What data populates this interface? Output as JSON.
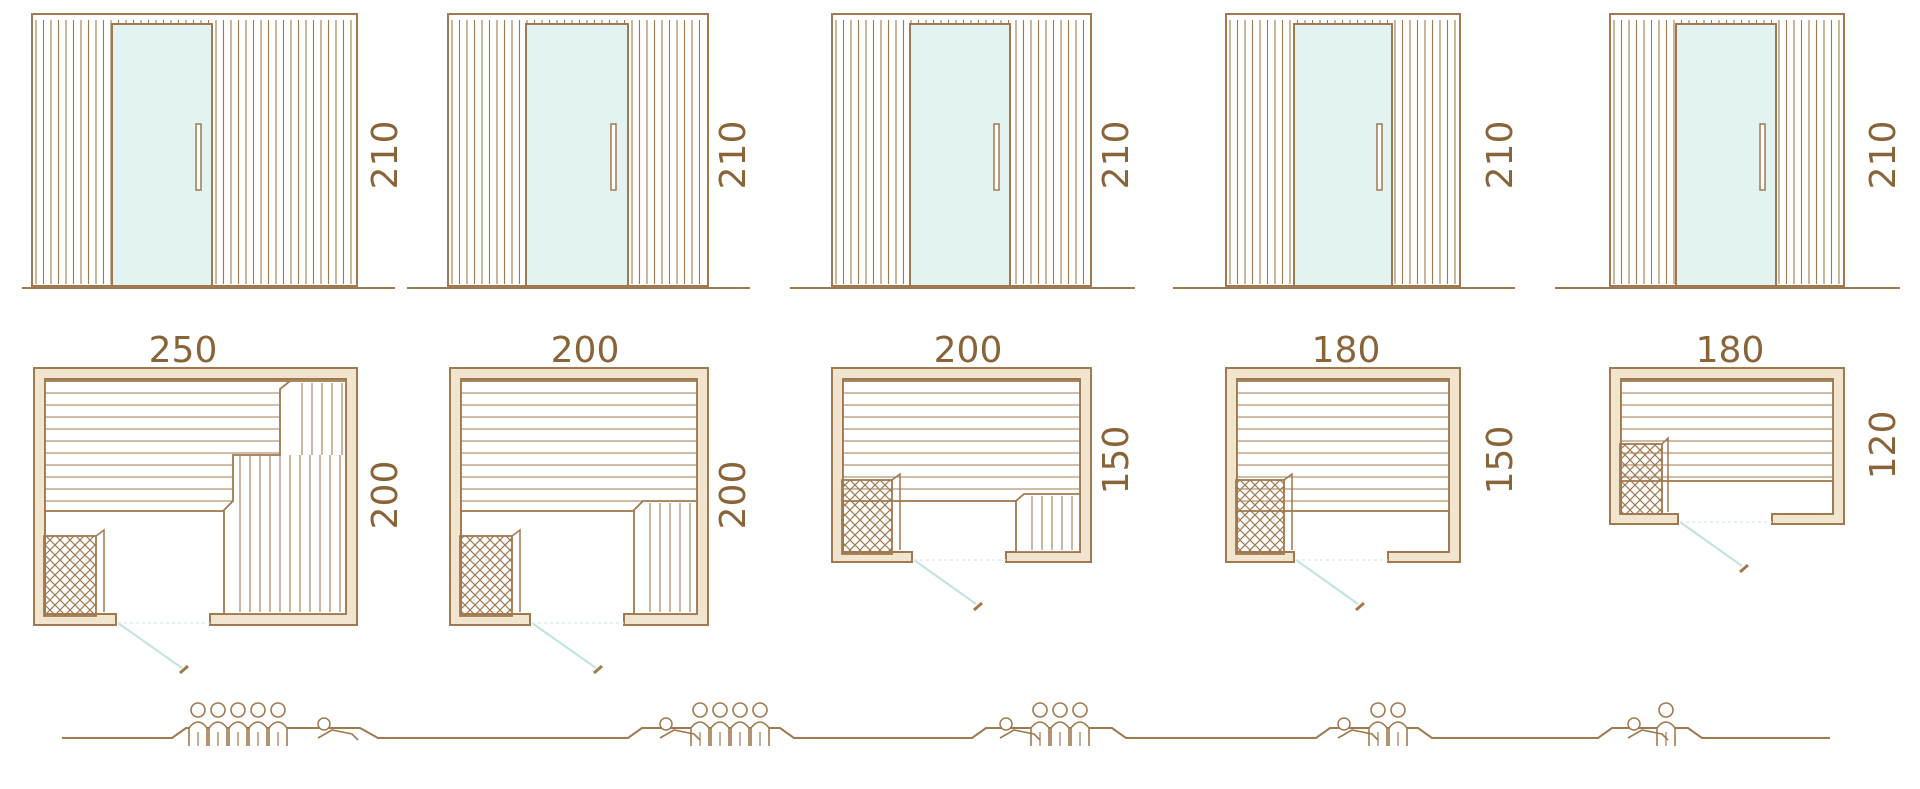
{
  "colors": {
    "line": "#a0794f",
    "wall_fill": "#f1e5cf",
    "glass": "#e2f3f2",
    "dim_text": "#8a6439",
    "door_swing": "#bfe3e0"
  },
  "models": [
    {
      "elevation_height": "210",
      "plan_width": "250",
      "plan_depth": "200",
      "persons": 5,
      "layout": "L-bench"
    },
    {
      "elevation_height": "210",
      "plan_width": "200",
      "plan_depth": "200",
      "persons": 4,
      "layout": "L-bench"
    },
    {
      "elevation_height": "210",
      "plan_width": "200",
      "plan_depth": "150",
      "persons": 3,
      "layout": "L-bench"
    },
    {
      "elevation_height": "210",
      "plan_width": "180",
      "plan_depth": "150",
      "persons": 2,
      "layout": "straight-bench"
    },
    {
      "elevation_height": "210",
      "plan_width": "180",
      "plan_depth": "120",
      "persons": 1,
      "layout": "straight-bench"
    }
  ]
}
